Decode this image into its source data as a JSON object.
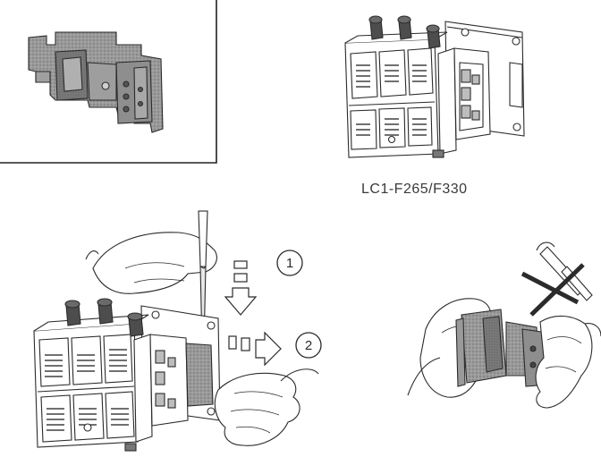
{
  "model_label": "LC1-F265/F330",
  "steps": [
    {
      "number": "1"
    },
    {
      "number": "2"
    }
  ],
  "colors": {
    "line": "#2b2b2b",
    "shade": "#8a8a8a",
    "shade_light": "#c4c4c4",
    "shade_dark": "#5e5e5e"
  }
}
